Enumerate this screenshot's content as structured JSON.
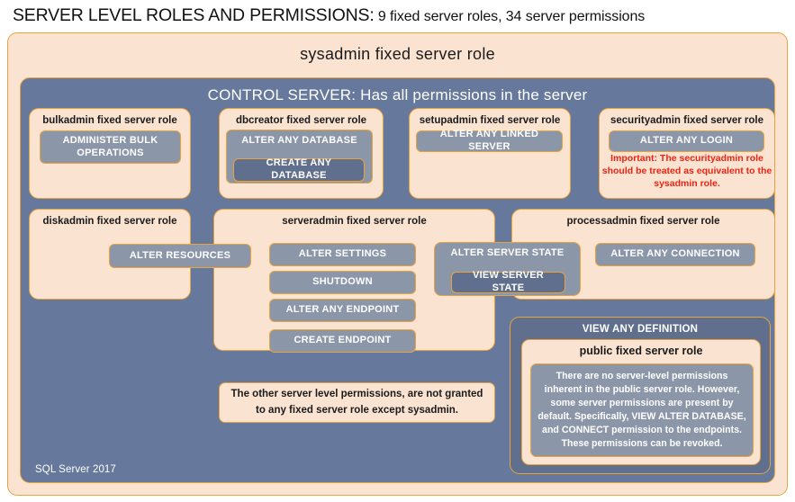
{
  "title": {
    "main": "SERVER LEVEL ROLES AND PERMISSIONS:",
    "sub": " 9 fixed server roles, 34 server permissions"
  },
  "colors": {
    "peach": "#fbe3d2",
    "slate": "#66789b",
    "slate_dark": "#5f6f8d",
    "pill": "#8c96a9",
    "border_gold": "#e8a33d",
    "warning_red": "#ef2211",
    "text_dark": "#1b1b1b",
    "text_light": "#ffffff"
  },
  "sysadmin": {
    "label": "sysadmin fixed server role"
  },
  "control_server": {
    "label": "CONTROL SERVER: Has all permissions in the server",
    "footer": "SQL Server 2017"
  },
  "roles": {
    "bulkadmin": {
      "title": "bulkadmin fixed server role",
      "permissions": [
        "ADMINISTER  BULK OPERATIONS"
      ]
    },
    "dbcreator": {
      "title": "dbcreator fixed server role",
      "permissions": [
        "ALTER ANY DATABASE",
        "CREATE  ANY DATABASE"
      ]
    },
    "setupadmin": {
      "title": "setupadmin fixed server role",
      "permissions": [
        "ALTER ANY LINKED SERVER"
      ]
    },
    "securityadmin": {
      "title": "securityadmin fixed server role",
      "permissions": [
        "ALTER ANY LOGIN"
      ],
      "warning": "Important:  The securityadmin role should  be treated  as equivalent to the  sysadmin role."
    },
    "diskadmin": {
      "title": "diskadmin fixed server role",
      "permissions": [
        "ALTER RESOURCES"
      ]
    },
    "serveradmin": {
      "title": "serveradmin fixed server role",
      "permissions": [
        "ALTER SETTINGS",
        "SHUTDOWN",
        "ALTER ANY ENDPOINT",
        "CREATE  ENDPOINT"
      ]
    },
    "server_state": {
      "outer": "ALTER SERVER STATE",
      "inner": "VIEW SERVER STATE"
    },
    "processadmin": {
      "title": "processadmin fixed server role",
      "permissions": [
        "ALTER ANY CONNECTION"
      ]
    },
    "public": {
      "view_any_definition": "VIEW ANY DEFINITION",
      "title": "public  fixed server role",
      "body": "There are no server-level permissions inherent in the public server role. However, some server permissions are present by default. Specifically, VIEW ALTER DATABASE, and CONNECT permission to the endpoints. These permissions can be revoked."
    }
  },
  "notes": {
    "other_permissions": "The other server level permissions,  are not granted to any fixed server role except sysadmin."
  }
}
